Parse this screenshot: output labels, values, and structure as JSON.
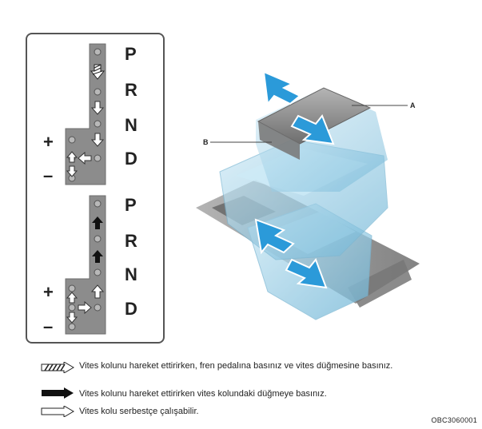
{
  "gate_labels_top": [
    "P",
    "R",
    "N",
    "D"
  ],
  "gate_labels_bottom": [
    "P",
    "R",
    "N",
    "D"
  ],
  "plus_sign": "+",
  "minus_sign": "–",
  "callouts": {
    "a": "A",
    "b": "B"
  },
  "legend": [
    {
      "icon": "hatched-arrow-icon",
      "text": "Vites kolunu hareket ettirirken, fren pedalına basınız ve vites düğmesine basınız."
    },
    {
      "icon": "solid-arrow-icon",
      "text": "Vites kolunu hareket ettirirken vites kolundaki düğmeye basınız."
    },
    {
      "icon": "outline-arrow-icon",
      "text": "Vites kolu serbestçe çalışabilir."
    }
  ],
  "image_code": "OBC3060001",
  "colors": {
    "gate_gray": "#8c8c8c",
    "arrow_blue": "#2b9ad9",
    "lever_blue": "#9fd2ea",
    "lever_gray": "#7d7d7d"
  }
}
